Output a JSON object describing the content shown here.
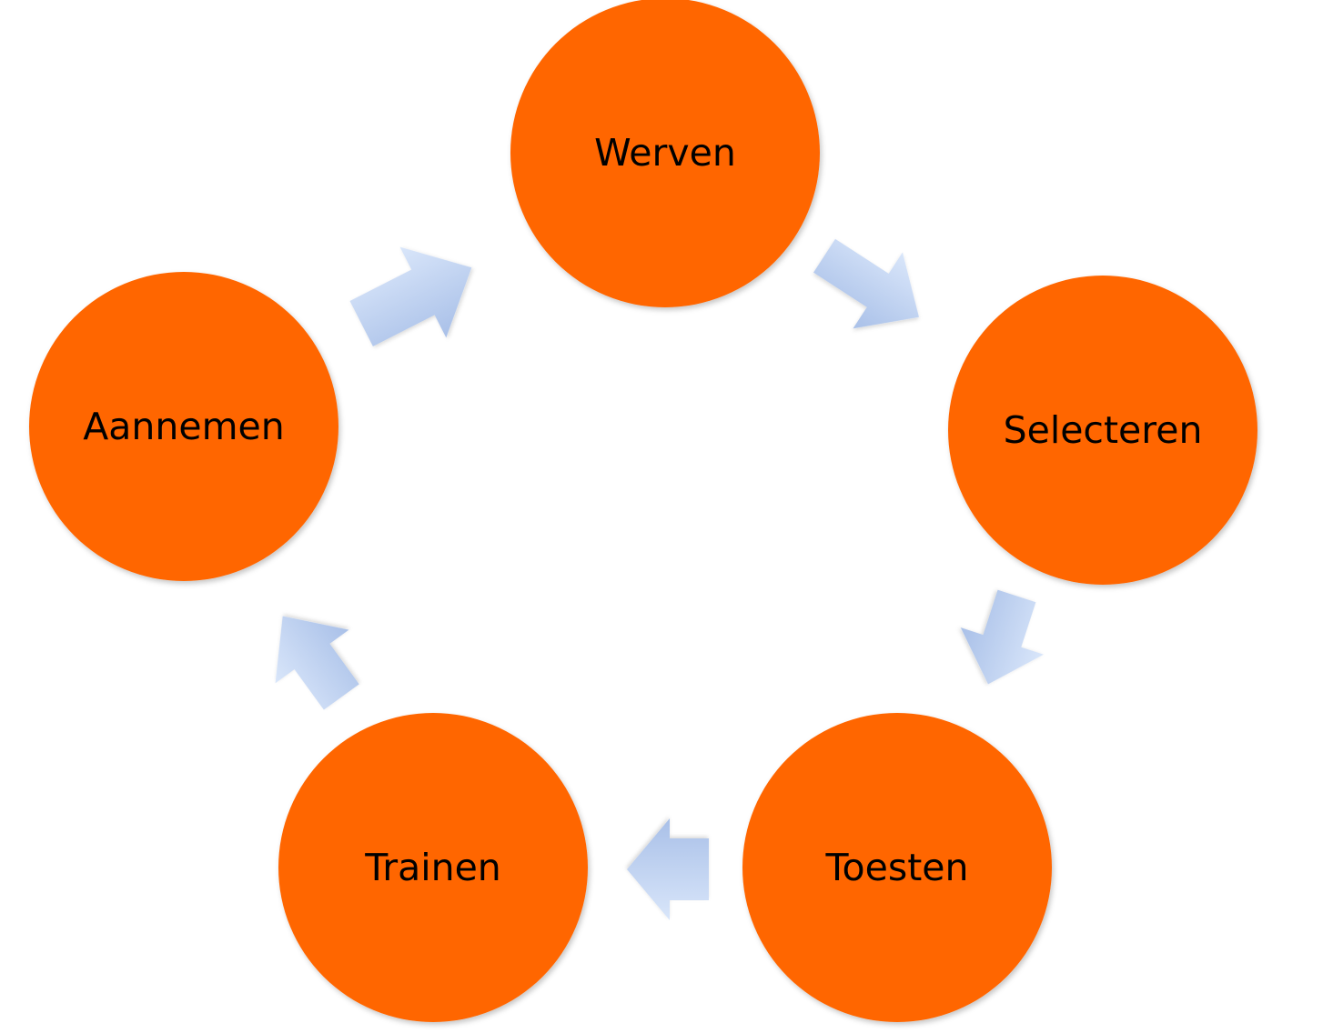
{
  "diagram": {
    "colors": {
      "node_fill": "#FF6600",
      "node_text": "#000000",
      "arrow_light": "#D9E6FA",
      "arrow_dark": "#A9C0E8",
      "background": "#FFFFFF"
    },
    "nodes": [
      {
        "id": "werven",
        "label": "Werven"
      },
      {
        "id": "selecteren",
        "label": "Selecteren"
      },
      {
        "id": "toesten",
        "label": "Toesten"
      },
      {
        "id": "trainen",
        "label": "Trainen"
      },
      {
        "id": "aannemen",
        "label": "Aannemen"
      }
    ],
    "edges": [
      {
        "from": "werven",
        "to": "selecteren"
      },
      {
        "from": "selecteren",
        "to": "toesten"
      },
      {
        "from": "toesten",
        "to": "trainen"
      },
      {
        "from": "trainen",
        "to": "aannemen"
      },
      {
        "from": "aannemen",
        "to": "werven"
      }
    ]
  }
}
